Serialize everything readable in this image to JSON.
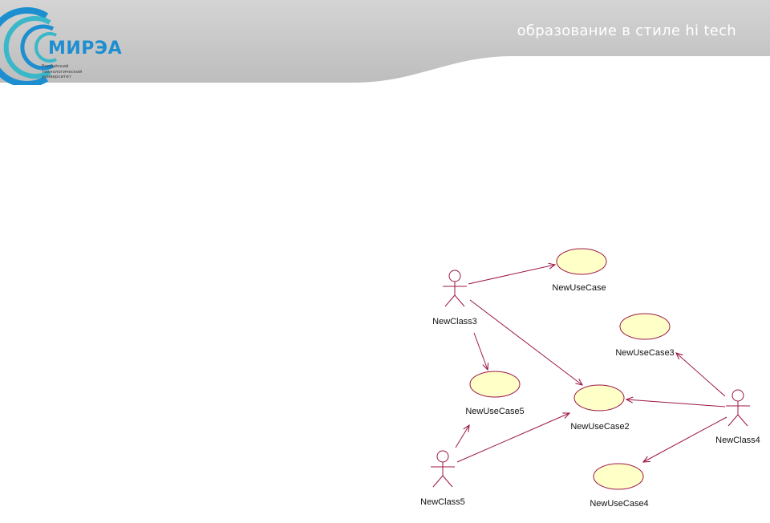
{
  "header": {
    "tagline": "образование в стиле hi tech"
  },
  "logo": {
    "wordmark": "МИРЭА",
    "subtitle_lines": [
      "Российский",
      "технологический",
      "университет"
    ]
  },
  "colors": {
    "header_gray": "#cfcfcf",
    "header_gray_dark": "#b9b9b9",
    "logo_blue": "#1d8fd0",
    "logo_teal": "#3ab7c8",
    "link_color": "#9c1646",
    "usecase_fill": "#ffffc8",
    "usecase_stroke": "#9c1646"
  },
  "diagram": {
    "actors": [
      {
        "id": "a3",
        "name": "NewClass3"
      },
      {
        "id": "a5",
        "name": "NewClass5"
      },
      {
        "id": "a4",
        "name": "NewClass4"
      }
    ],
    "use_cases": [
      {
        "id": "u1",
        "name": "NewUseCase"
      },
      {
        "id": "u3",
        "name": "NewUseCase3"
      },
      {
        "id": "u5",
        "name": "NewUseCase5"
      },
      {
        "id": "u2",
        "name": "NewUseCase2"
      },
      {
        "id": "u4",
        "name": "NewUseCase4"
      }
    ],
    "associations": [
      {
        "from": "NewClass3",
        "to": "NewUseCase"
      },
      {
        "from": "NewClass3",
        "to": "NewUseCase5"
      },
      {
        "from": "NewClass3",
        "to": "NewUseCase2"
      },
      {
        "from": "NewClass5",
        "to": "NewUseCase5"
      },
      {
        "from": "NewClass5",
        "to": "NewUseCase2"
      },
      {
        "from": "NewClass4",
        "to": "NewUseCase3"
      },
      {
        "from": "NewClass4",
        "to": "NewUseCase2"
      },
      {
        "from": "NewClass4",
        "to": "NewUseCase4"
      }
    ]
  }
}
